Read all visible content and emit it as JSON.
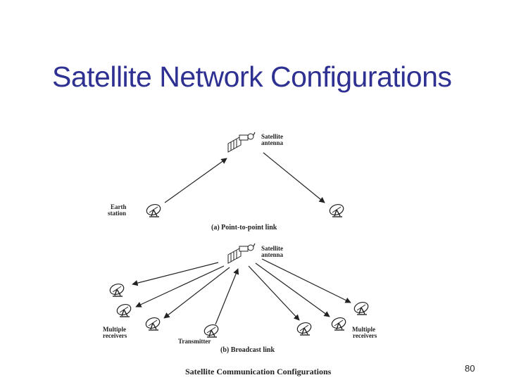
{
  "slide": {
    "title": "Satellite Network Configurations",
    "page_number": "80"
  },
  "diagram": {
    "top": {
      "satellite_label_1": "Satellite",
      "satellite_label_2": "antenna",
      "earth_label_1": "Earth",
      "earth_label_2": "station",
      "caption": "(a) Point-to-point link"
    },
    "bottom": {
      "satellite_label_1": "Satellite",
      "satellite_label_2": "antenna",
      "left_receivers_1": "Multiple",
      "left_receivers_2": "receivers",
      "right_receivers_1": "Multiple",
      "right_receivers_2": "receivers",
      "transmitter_label": "Transmitter",
      "caption": "(b) Broadcast link"
    },
    "caption": "Satellite Communication Configurations"
  }
}
